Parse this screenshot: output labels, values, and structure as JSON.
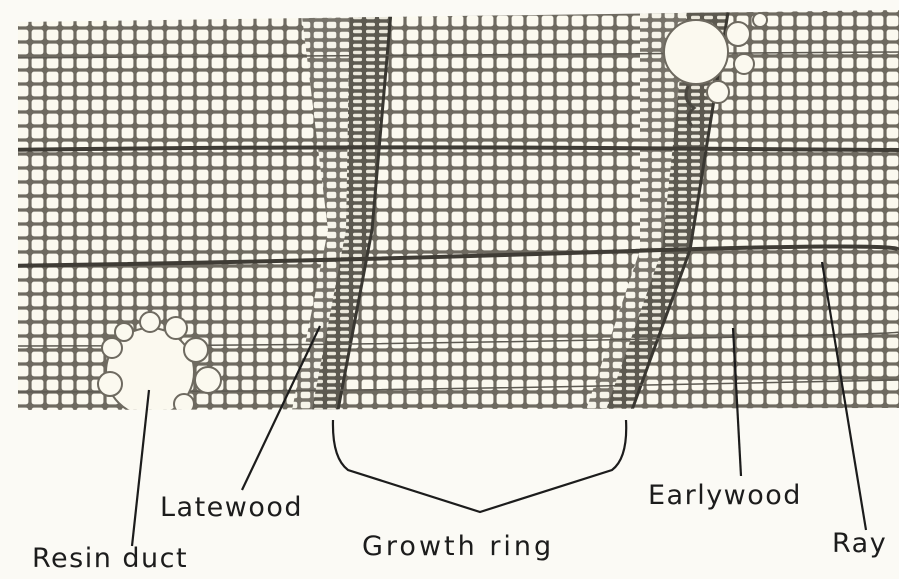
{
  "figure": {
    "labels": {
      "resin_duct": "Resin duct",
      "latewood": "Latewood",
      "growth_ring": "Growth ring",
      "earlywood": "Earlywood",
      "ray": "Ray"
    },
    "colors": {
      "background": "#fbfaf5",
      "cell_wall": "#6e6a60",
      "cell_lumen": "#fbf9ef",
      "latewood": "#4a4740",
      "leader": "#1c1c1c"
    }
  }
}
